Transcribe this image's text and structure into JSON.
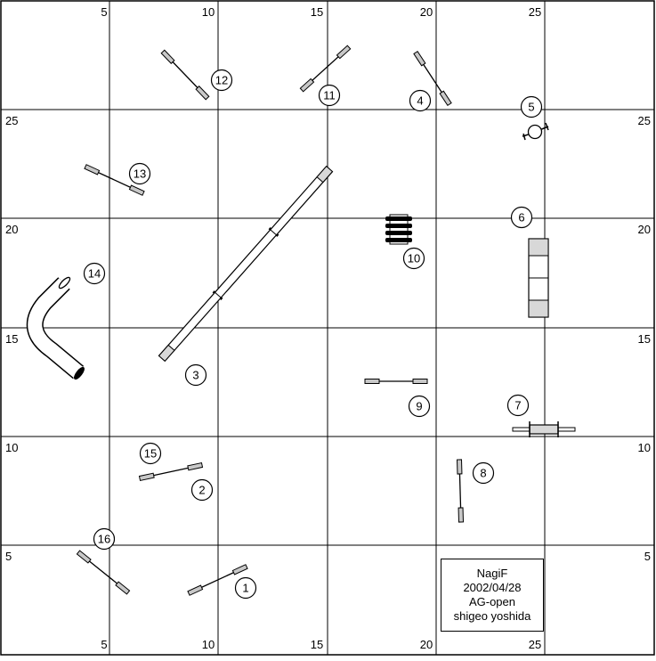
{
  "grid": {
    "top_labels": [
      "5",
      "10",
      "15",
      "20",
      "25"
    ],
    "bottom_labels": [
      "5",
      "10",
      "15",
      "20",
      "25"
    ],
    "left_labels": [
      "25",
      "20",
      "15",
      "10",
      "5"
    ],
    "right_labels": [
      "25",
      "20",
      "15",
      "10",
      "5"
    ]
  },
  "obstacles": [
    {
      "number": "1",
      "kind": "jump"
    },
    {
      "number": "2",
      "kind": "jump"
    },
    {
      "number": "3",
      "kind": "dog-walk"
    },
    {
      "number": "4",
      "kind": "jump"
    },
    {
      "number": "5",
      "kind": "tire"
    },
    {
      "number": "6",
      "kind": "a-frame"
    },
    {
      "number": "7",
      "kind": "wall-jump"
    },
    {
      "number": "8",
      "kind": "jump"
    },
    {
      "number": "9",
      "kind": "jump"
    },
    {
      "number": "10",
      "kind": "table"
    },
    {
      "number": "11",
      "kind": "jump"
    },
    {
      "number": "12",
      "kind": "jump"
    },
    {
      "number": "13",
      "kind": "jump"
    },
    {
      "number": "14",
      "kind": "tunnel"
    },
    {
      "number": "15",
      "kind": "jump"
    },
    {
      "number": "16",
      "kind": "jump"
    }
  ],
  "info": {
    "line1": "NagiF",
    "line2": "2002/04/28",
    "line3": "AG-open",
    "line4": "shigeo yoshida"
  }
}
